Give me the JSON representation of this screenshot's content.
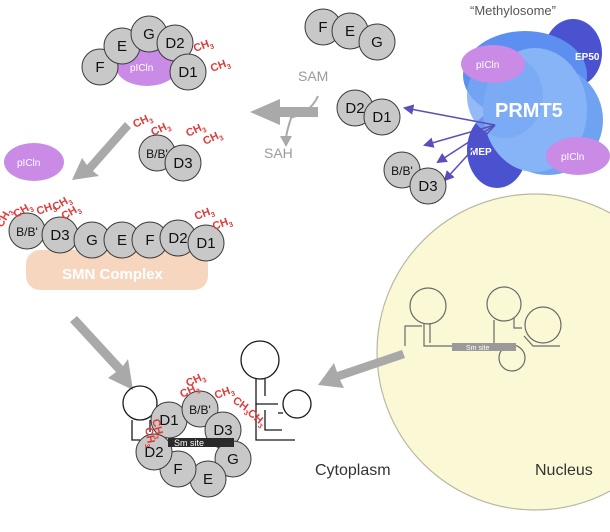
{
  "colors": {
    "protein_fill": "#c8c8c8",
    "protein_stroke": "#3a3a3a",
    "methyl": "#e23a3a",
    "picln": "#c98be6",
    "prmt5": "#6fa3f2",
    "prmt5_dark": "#3e6fe0",
    "mep50": "#4a52d0",
    "smn": "#f7d6bf",
    "nucleus": "#fbf8d6",
    "nucleus_stroke": "#b9b7a2",
    "arrow_gray": "#a9a9a9",
    "arrow_purple": "#5a4fb8",
    "label_gray": "#9a9a9a",
    "text_dark": "#2a2a2a"
  },
  "labels": {
    "methylosome": "“Methylosome”",
    "prmt5": "PRMT5",
    "mep50_right": "EP50",
    "mep50_left": "MEP",
    "picln": "pICln",
    "sam": "SAM",
    "sah": "SAH",
    "smn_complex": "SMN Complex",
    "sm_site": "Sm site",
    "cytoplasm": "Cytoplasm",
    "nucleus": "Nucleus"
  },
  "proteins": {
    "F": "F",
    "E": "E",
    "G": "G",
    "D1": "D1",
    "D2": "D2",
    "D3": "D3",
    "BB": "B/B'"
  },
  "methyl_label": "CH",
  "methyl_sub": "3"
}
